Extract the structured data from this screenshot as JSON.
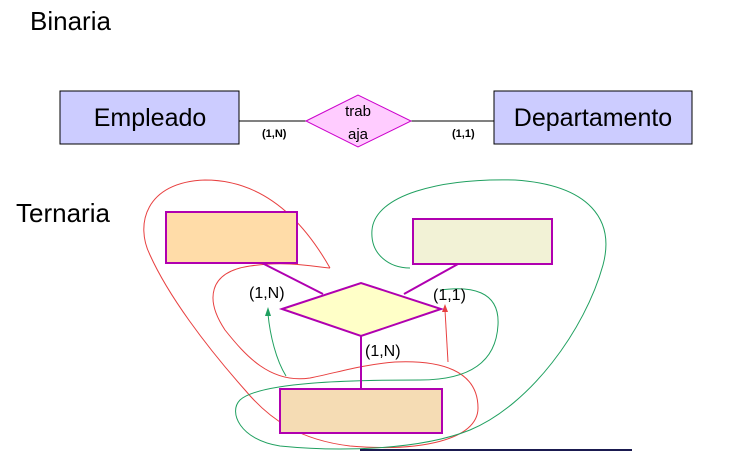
{
  "binary": {
    "heading": "Binaria",
    "left_entity": "Empleado",
    "right_entity": "Departamento",
    "relationship_line1": "trab",
    "relationship_line2": "aja",
    "left_cardinality": "(1,N)",
    "right_cardinality": "(1,1)"
  },
  "ternary": {
    "heading": "Ternaria",
    "left_cardinality": "(1,N)",
    "right_cardinality": "(1,1)",
    "bottom_cardinality": "(1,N)"
  },
  "colors": {
    "binary_entity_fill": "#ccccff",
    "relationship_fill": "#ffccff",
    "relationship_stroke": "#cc00cc",
    "ternary_left_fill": "#ffdca8",
    "ternary_right_fill": "#f2f2d6",
    "ternary_bottom_fill": "#f5dcb4",
    "ternary_diamond_fill": "#ffffc8",
    "ternary_stroke": "#b000b0",
    "red_outline": "#e84040",
    "green_outline": "#20a060"
  }
}
